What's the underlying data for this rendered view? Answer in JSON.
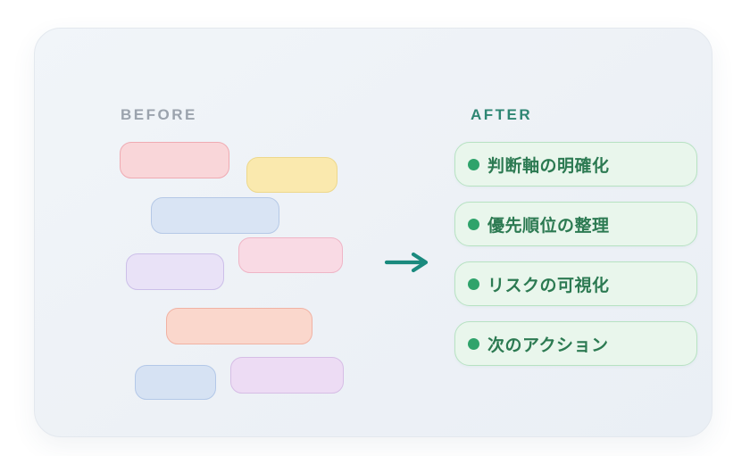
{
  "page": {
    "background": "#ffffff",
    "card_background": "#edf1f6",
    "card_border": "#e3e8ee"
  },
  "before": {
    "label": "BEFORE",
    "label_color": "#9ba3ad",
    "blocks": [
      {
        "name": "pink-block",
        "fill": "#f9d6d9",
        "border": "#efaab2"
      },
      {
        "name": "yellow-block",
        "fill": "#fae9ae",
        "border": "#edd88c"
      },
      {
        "name": "blue-block",
        "fill": "#d9e4f4",
        "border": "#b5c8e6"
      },
      {
        "name": "lavender-block",
        "fill": "#e9e2f7",
        "border": "#ccbfe9"
      },
      {
        "name": "rose-block",
        "fill": "#f9dae4",
        "border": "#efb5c6"
      },
      {
        "name": "salmon-block",
        "fill": "#fad7cc",
        "border": "#f1b2a3"
      },
      {
        "name": "small-blue-block",
        "fill": "#d6e2f3",
        "border": "#b3c8e8"
      },
      {
        "name": "lilac-block",
        "fill": "#eddcf4",
        "border": "#d6bde5"
      }
    ]
  },
  "arrow": {
    "icon": "right-arrow-icon",
    "color": "#1a8a7e",
    "direction": "right"
  },
  "after": {
    "label": "AFTER",
    "label_color": "#2e8673",
    "box_fill": "#e9f6ec",
    "box_border": "#b7e2c2",
    "bullet_color": "#2fa36b",
    "text_color": "#2c7a52",
    "items": [
      {
        "label": "判断軸の明確化"
      },
      {
        "label": "優先順位の整理"
      },
      {
        "label": "リスクの可視化"
      },
      {
        "label": "次のアクション"
      }
    ]
  }
}
